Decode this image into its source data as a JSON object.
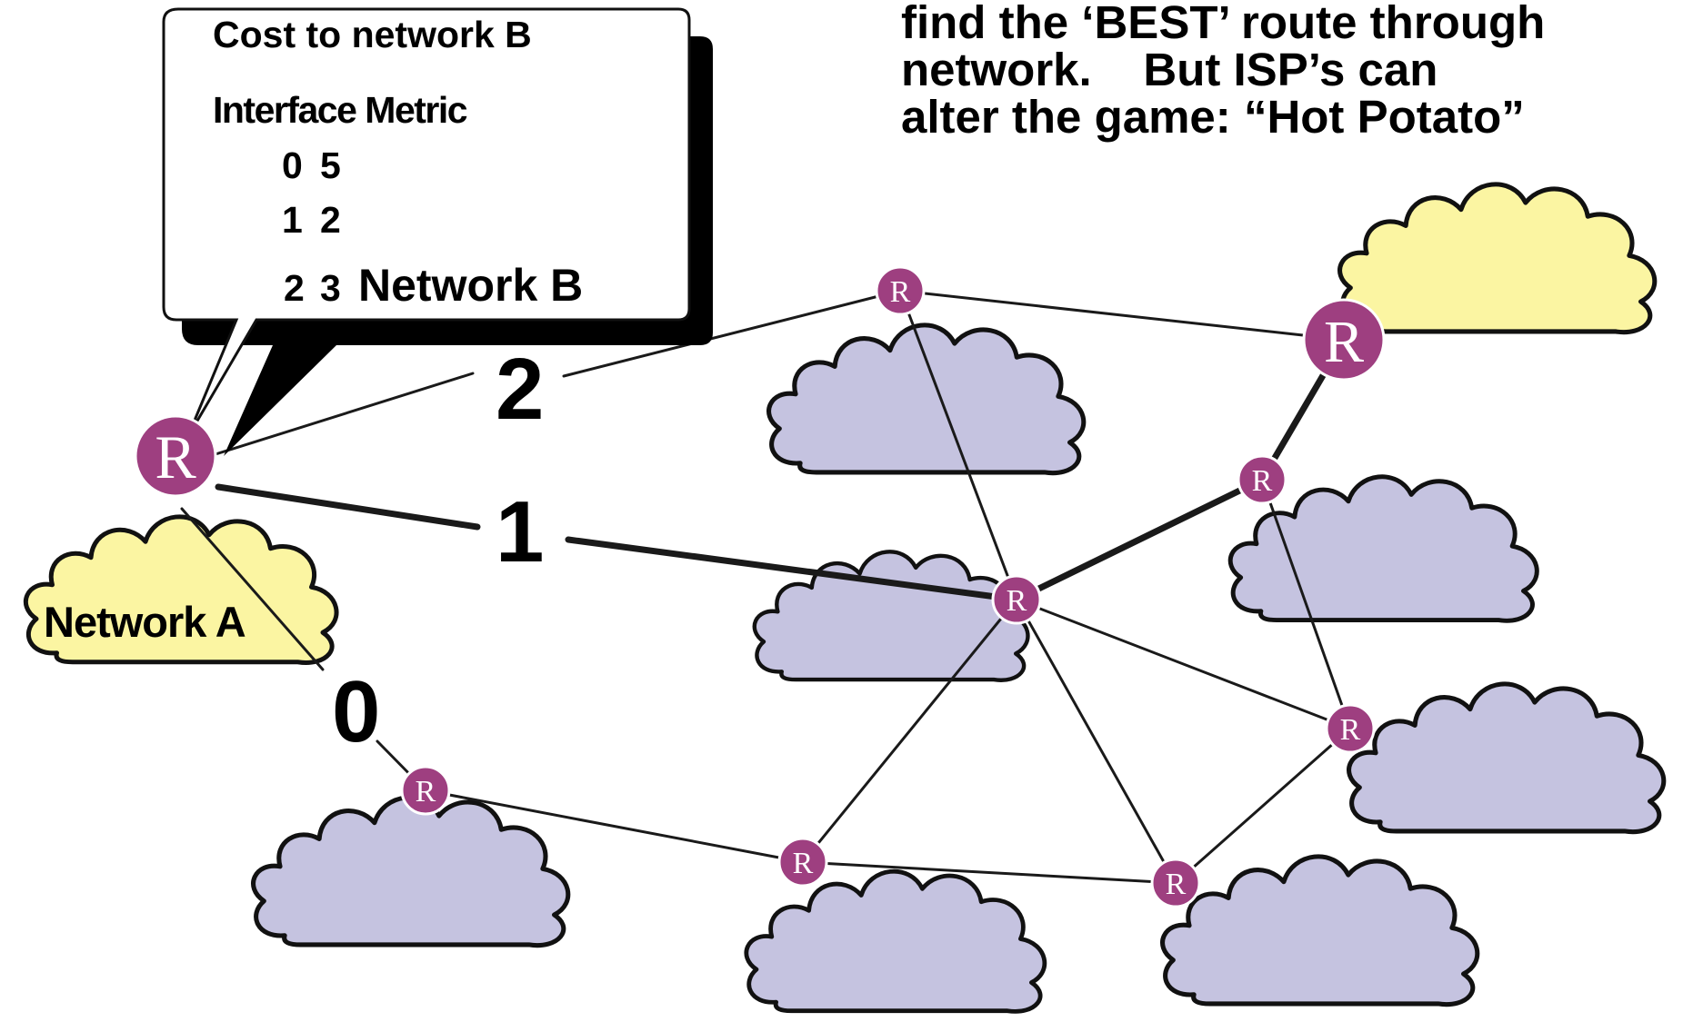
{
  "colors": {
    "router_fill": "#9e3f80",
    "router_stroke": "#ffffff",
    "transit_cloud": "#c5c3e0",
    "edge_cloud": "#fbf5a2",
    "link": "#1a1a1a",
    "callout_shadow": "#000000",
    "callout_fill": "#ffffff"
  },
  "heading": {
    "line1": "find the ‘BEST’ route through",
    "line2": "network.    But ISP’s can",
    "line3": "alter the game: “Hot Potato”"
  },
  "callout": {
    "title": "Cost to network B",
    "table_header": "Interface Metric",
    "rows": [
      {
        "interface": "0",
        "metric": "5"
      },
      {
        "interface": "1",
        "metric": "2"
      },
      {
        "interface": "2",
        "metric": "3"
      }
    ]
  },
  "labels": {
    "network_a": "Network A",
    "network_b": "Network B"
  },
  "interfaces": {
    "if0": "0",
    "if1": "1",
    "if2": "2"
  },
  "router_letter": "R",
  "icons": {
    "router": "router-icon",
    "cloud": "cloud-icon",
    "callout": "speech-bubble"
  }
}
